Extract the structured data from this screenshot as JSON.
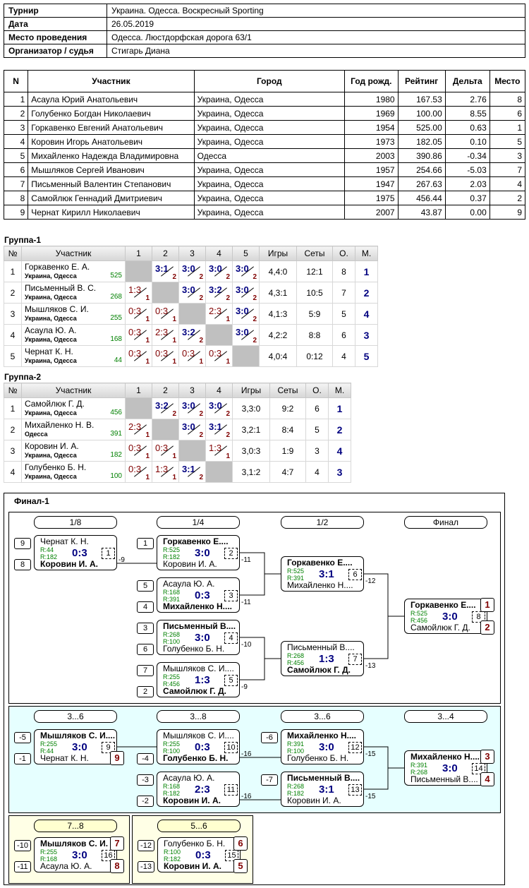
{
  "info": {
    "rows": [
      {
        "k": "Турнир",
        "v": "Украина. Одесса. Воскресный Sporting"
      },
      {
        "k": "Дата",
        "v": "26.05.2019"
      },
      {
        "k": "Место проведения",
        "v": "Одесса. Люстдорфская дорога 63/1"
      },
      {
        "k": "Организатор / судья",
        "v": "Стигарь Диана"
      }
    ]
  },
  "players": {
    "headers": [
      "N",
      "Участник",
      "Город",
      "Год рожд.",
      "Рейтинг",
      "Дельта",
      "Место"
    ],
    "rows": [
      [
        "1",
        "Асаула Юрий Анатольевич",
        "Украина, Одесса",
        "1980",
        "167.53",
        "2.76",
        "8"
      ],
      [
        "2",
        "Голубенко Богдан Николаевич",
        "Украина, Одесса",
        "1969",
        "100.00",
        "8.55",
        "6"
      ],
      [
        "3",
        "Горкавенко Евгений Анатольевич",
        "Украина, Одесса",
        "1954",
        "525.00",
        "0.63",
        "1"
      ],
      [
        "4",
        "Коровин Игорь Анатольевич",
        "Украина, Одесса",
        "1973",
        "182.05",
        "0.10",
        "5"
      ],
      [
        "5",
        "Михайленко Надежда Владимировна",
        "Одесса",
        "2003",
        "390.86",
        "-0.34",
        "3"
      ],
      [
        "6",
        "Мышляков Сергей Иванович",
        "Украина, Одесса",
        "1957",
        "254.66",
        "-5.03",
        "7"
      ],
      [
        "7",
        "Письменный Валентин Степанович",
        "Украина, Одесса",
        "1947",
        "267.63",
        "2.03",
        "4"
      ],
      [
        "8",
        "Самойлюк Геннадий Дмитриевич",
        "Украина, Одесса",
        "1975",
        "456.44",
        "0.37",
        "2"
      ],
      [
        "9",
        "Чернат Кирилл Николаевич",
        "Украина, Одесса",
        "2007",
        "43.87",
        "0.00",
        "9"
      ]
    ]
  },
  "group1": {
    "title": "Группа-1",
    "headers": [
      "№",
      "Участник",
      "1",
      "2",
      "3",
      "4",
      "5",
      "Игры",
      "Сеты",
      "О.",
      "М."
    ],
    "rows": [
      {
        "n": "1",
        "name": "Горкавенко Е. А.",
        "city": "Украина, Одесса",
        "rating": "525",
        "cells": [
          null,
          {
            "s": "3:1",
            "p": "2",
            "w": true
          },
          {
            "s": "3:0",
            "p": "2",
            "w": true
          },
          {
            "s": "3:0",
            "p": "2",
            "w": true
          },
          {
            "s": "3:0",
            "p": "2",
            "w": true
          }
        ],
        "games": "4,4:0",
        "sets": "12:1",
        "pts": "8",
        "place": "1"
      },
      {
        "n": "2",
        "name": "Письменный В. С.",
        "city": "Украина, Одесса",
        "rating": "268",
        "cells": [
          {
            "s": "1:3",
            "p": "1",
            "w": false
          },
          null,
          {
            "s": "3:0",
            "p": "2",
            "w": true
          },
          {
            "s": "3:2",
            "p": "2",
            "w": true
          },
          {
            "s": "3:0",
            "p": "2",
            "w": true
          }
        ],
        "games": "4,3:1",
        "sets": "10:5",
        "pts": "7",
        "place": "2"
      },
      {
        "n": "3",
        "name": "Мышляков С. И.",
        "city": "Украина, Одесса",
        "rating": "255",
        "cells": [
          {
            "s": "0:3",
            "p": "1",
            "w": false
          },
          {
            "s": "0:3",
            "p": "1",
            "w": false
          },
          null,
          {
            "s": "2:3",
            "p": "1",
            "w": false
          },
          {
            "s": "3:0",
            "p": "2",
            "w": true
          }
        ],
        "games": "4,1:3",
        "sets": "5:9",
        "pts": "5",
        "place": "4"
      },
      {
        "n": "4",
        "name": "Асаула Ю. А.",
        "city": "Украина, Одесса",
        "rating": "168",
        "cells": [
          {
            "s": "0:3",
            "p": "1",
            "w": false
          },
          {
            "s": "2:3",
            "p": "1",
            "w": false
          },
          {
            "s": "3:2",
            "p": "2",
            "w": true
          },
          null,
          {
            "s": "3:0",
            "p": "2",
            "w": true
          }
        ],
        "games": "4,2:2",
        "sets": "8:8",
        "pts": "6",
        "place": "3"
      },
      {
        "n": "5",
        "name": "Чернат К. Н.",
        "city": "Украина, Одесса",
        "rating": "44",
        "cells": [
          {
            "s": "0:3",
            "p": "1",
            "w": false
          },
          {
            "s": "0:3",
            "p": "1",
            "w": false
          },
          {
            "s": "0:3",
            "p": "1",
            "w": false
          },
          {
            "s": "0:3",
            "p": "1",
            "w": false
          },
          null
        ],
        "games": "4,0:4",
        "sets": "0:12",
        "pts": "4",
        "place": "5"
      }
    ]
  },
  "group2": {
    "title": "Группа-2",
    "headers": [
      "№",
      "Участник",
      "1",
      "2",
      "3",
      "4",
      "Игры",
      "Сеты",
      "О.",
      "М."
    ],
    "rows": [
      {
        "n": "1",
        "name": "Самойлюк Г. Д.",
        "city": "Украина, Одесса",
        "rating": "456",
        "cells": [
          null,
          {
            "s": "3:2",
            "p": "2",
            "w": true
          },
          {
            "s": "3:0",
            "p": "2",
            "w": true
          },
          {
            "s": "3:0",
            "p": "2",
            "w": true
          }
        ],
        "games": "3,3:0",
        "sets": "9:2",
        "pts": "6",
        "place": "1"
      },
      {
        "n": "2",
        "name": "Михайленко Н. В.",
        "city": "Одесса",
        "rating": "391",
        "cells": [
          {
            "s": "2:3",
            "p": "1",
            "w": false
          },
          null,
          {
            "s": "3:0",
            "p": "2",
            "w": true
          },
          {
            "s": "3:1",
            "p": "2",
            "w": true
          }
        ],
        "games": "3,2:1",
        "sets": "8:4",
        "pts": "5",
        "place": "2"
      },
      {
        "n": "3",
        "name": "Коровин И. А.",
        "city": "Украина, Одесса",
        "rating": "182",
        "cells": [
          {
            "s": "0:3",
            "p": "1",
            "w": false
          },
          {
            "s": "0:3",
            "p": "1",
            "w": false
          },
          null,
          {
            "s": "1:3",
            "p": "1",
            "w": false
          }
        ],
        "games": "3,0:3",
        "sets": "1:9",
        "pts": "3",
        "place": "4"
      },
      {
        "n": "4",
        "name": "Голубенко Б. Н.",
        "city": "Украина, Одесса",
        "rating": "100",
        "cells": [
          {
            "s": "0:3",
            "p": "1",
            "w": false
          },
          {
            "s": "1:3",
            "p": "1",
            "w": false
          },
          {
            "s": "3:1",
            "p": "2",
            "w": true
          },
          null
        ],
        "games": "3,1:2",
        "sets": "4:7",
        "pts": "4",
        "place": "3"
      }
    ]
  },
  "final": {
    "title": "Финал-1",
    "rounds_main": [
      "1/8",
      "1/4",
      "1/2",
      "Финал"
    ],
    "rounds_cons": [
      "3...6",
      "3...8",
      "3...6",
      "3...4"
    ],
    "rounds_78": "7...8",
    "rounds_56": "5...6",
    "matches": [
      {
        "id": "m1",
        "p1": "Чернат К. Н.",
        "p2": "Коровин И. А.",
        "r1": "R:44",
        "r2": "R:182",
        "score": "0:3",
        "num": "1",
        "win": 2,
        "s1": "9",
        "s2": "8",
        "ref": "-9"
      },
      {
        "id": "m2",
        "p1": "Горкавенко Е....",
        "p2": "Коровин И. А.",
        "r1": "R:525",
        "r2": "R:182",
        "score": "3:0",
        "num": "2",
        "win": 1,
        "s1": "1",
        "ref": "-11"
      },
      {
        "id": "m3",
        "p1": "Асаула Ю. А.",
        "p2": "Михайленко Н....",
        "r1": "R:168",
        "r2": "R:391",
        "score": "0:3",
        "num": "3",
        "win": 2,
        "s1": "5",
        "s2": "4",
        "ref": "-11"
      },
      {
        "id": "m4",
        "p1": "Письменный В....",
        "p2": "Голубенко Б. Н.",
        "r1": "R:268",
        "r2": "R:100",
        "score": "3:0",
        "num": "4",
        "win": 1,
        "s1": "3",
        "s2": "6",
        "ref": "-10"
      },
      {
        "id": "m5",
        "p1": "Мышляков С. И....",
        "p2": "Самойлюк Г. Д.",
        "r1": "R:255",
        "r2": "R:456",
        "score": "1:3",
        "num": "5",
        "win": 2,
        "s1": "7",
        "s2": "2",
        "ref": "-9"
      },
      {
        "id": "m6",
        "p1": "Горкавенко Е....",
        "p2": "Михайленко Н....",
        "r1": "R:525",
        "r2": "R:391",
        "score": "3:1",
        "num": "6",
        "win": 1,
        "ref": "-12"
      },
      {
        "id": "m7",
        "p1": "Письменный В....",
        "p2": "Самойлюк Г. Д.",
        "r1": "R:268",
        "r2": "R:456",
        "score": "1:3",
        "num": "7",
        "win": 2,
        "ref": "-13"
      },
      {
        "id": "m8",
        "p1": "Горкавенко Е....",
        "p2": "Самойлюк Г. Д.",
        "r1": "R:525",
        "r2": "R:456",
        "score": "3:0",
        "num": "8",
        "win": 1,
        "pl1": "1",
        "pl2": "2"
      },
      {
        "id": "m9",
        "p1": "Мышляков С. И....",
        "p2": "Чернат К. Н.",
        "r1": "R:255",
        "r2": "R:44",
        "score": "3:0",
        "num": "9",
        "win": 1,
        "s1": "-5",
        "s2": "-1",
        "pl2": "9"
      },
      {
        "id": "m10",
        "p1": "Мышляков С. И....",
        "p2": "Голубенко Б. Н.",
        "r1": "R:255",
        "r2": "R:100",
        "score": "0:3",
        "num": "10",
        "win": 2,
        "s2": "-4",
        "ref": "-16"
      },
      {
        "id": "m11",
        "p1": "Асаула Ю. А.",
        "p2": "Коровин И. А.",
        "r1": "R:168",
        "r2": "R:182",
        "score": "2:3",
        "num": "11",
        "win": 2,
        "s1": "-3",
        "s2": "-2",
        "ref": "-16"
      },
      {
        "id": "m12",
        "p1": "Михайленко Н....",
        "p2": "Голубенко Б. Н.",
        "r1": "R:391",
        "r2": "R:100",
        "score": "3:0",
        "num": "12",
        "win": 1,
        "s1": "-6",
        "ref": "-15"
      },
      {
        "id": "m13",
        "p1": "Письменный В....",
        "p2": "Коровин И. А.",
        "r1": "R:268",
        "r2": "R:182",
        "score": "3:1",
        "num": "13",
        "win": 1,
        "s1": "-7",
        "ref": "-15"
      },
      {
        "id": "m14",
        "p1": "Михайленко Н....",
        "p2": "Письменный В....",
        "r1": "R:391",
        "r2": "R:268",
        "score": "3:0",
        "num": "14",
        "win": 1,
        "pl1": "3",
        "pl2": "4"
      },
      {
        "id": "m16",
        "p1": "Мышляков С. И.",
        "p2": "Асаула Ю. А.",
        "r1": "R:255",
        "r2": "R:168",
        "score": "3:0",
        "num": "16",
        "win": 1,
        "s1": "-10",
        "s2": "-11",
        "pl1": "7",
        "pl2": "8"
      },
      {
        "id": "m15",
        "p1": "Голубенко Б. Н.",
        "p2": "Коровин И. А.",
        "r1": "R:100",
        "r2": "R:182",
        "score": "0:3",
        "num": "15",
        "win": 2,
        "s1": "-12",
        "s2": "-13",
        "pl1": "6",
        "pl2": "5"
      }
    ]
  }
}
